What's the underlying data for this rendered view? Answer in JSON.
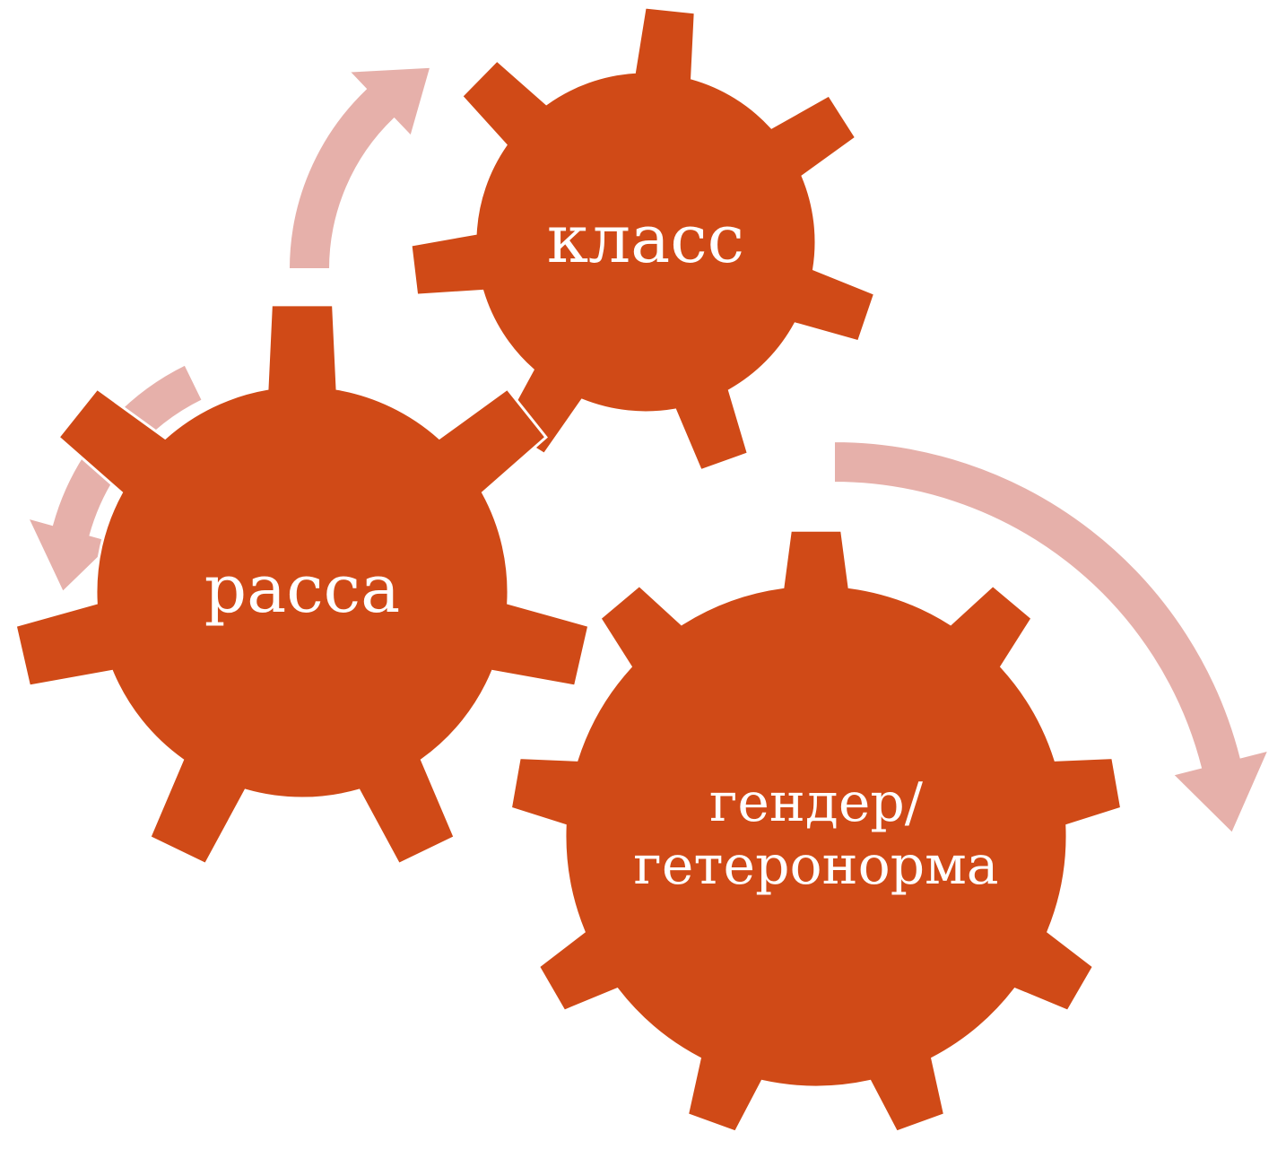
{
  "colors": {
    "gear_fill": "#d04a17",
    "gear_stroke": "#ffffff",
    "arrow_fill": "#e6b0aa",
    "label_color": "#ffffff"
  },
  "gears": [
    {
      "id": "class",
      "label_lines": [
        "класс"
      ]
    },
    {
      "id": "race",
      "label_lines": [
        "расса"
      ]
    },
    {
      "id": "gender",
      "label_lines": [
        "гендер/",
        "гетеронорма"
      ]
    }
  ],
  "arrows": [
    {
      "id": "arrow-top",
      "direction": "clockwise"
    },
    {
      "id": "arrow-left",
      "direction": "counterclockwise"
    },
    {
      "id": "arrow-right",
      "direction": "clockwise"
    }
  ]
}
